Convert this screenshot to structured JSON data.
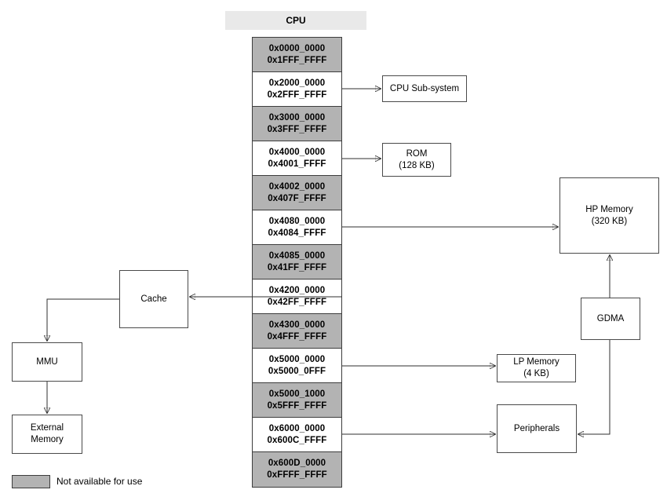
{
  "diagram": {
    "title": "CPU",
    "legend": {
      "label": "Not available for use",
      "swatch_color": "#b3b3b3"
    },
    "colors": {
      "unavailable_fill": "#b3b3b3",
      "available_fill": "#ffffff",
      "header_fill": "#e9e9e9",
      "border": "#3d3d3d",
      "arrow": "#2f2f2f"
    },
    "memory_map": {
      "rows": [
        {
          "start": "0x0000_0000",
          "end": "0x1FFF_FFFF",
          "available": false
        },
        {
          "start": "0x2000_0000",
          "end": "0x2FFF_FFFF",
          "available": true,
          "target": "CPU Sub-system"
        },
        {
          "start": "0x3000_0000",
          "end": "0x3FFF_FFFF",
          "available": false
        },
        {
          "start": "0x4000_0000",
          "end": "0x4001_FFFF",
          "available": true,
          "target": "ROM (128 KB)"
        },
        {
          "start": "0x4002_0000",
          "end": "0x407F_FFFF",
          "available": false
        },
        {
          "start": "0x4080_0000",
          "end": "0x4084_FFFF",
          "available": true,
          "target": "HP Memory (320 KB)"
        },
        {
          "start": "0x4085_0000",
          "end": "0x41FF_FFFF",
          "available": false
        },
        {
          "start": "0x4200_0000",
          "end": "0x42FF_FFFF",
          "available": true,
          "target": "Cache"
        },
        {
          "start": "0x4300_0000",
          "end": "0x4FFF_FFFF",
          "available": false
        },
        {
          "start": "0x5000_0000",
          "end": "0x5000_0FFF",
          "available": true,
          "target": "LP Memory (4 KB)"
        },
        {
          "start": "0x5000_1000",
          "end": "0x5FFF_FFFF",
          "available": false
        },
        {
          "start": "0x6000_0000",
          "end": "0x600C_FFFF",
          "available": true,
          "target": "Peripherals"
        },
        {
          "start": "0x600D_0000",
          "end": "0xFFFF_FFFF",
          "available": false
        }
      ]
    },
    "nodes": {
      "cpu_subsystem": {
        "label": "CPU Sub-system"
      },
      "rom": {
        "line1": "ROM",
        "line2": "(128 KB)"
      },
      "hp_memory": {
        "line1": "HP Memory",
        "line2": "(320 KB)"
      },
      "gdma": {
        "label": "GDMA"
      },
      "lp_memory": {
        "line1": "LP Memory",
        "line2": "(4 KB)"
      },
      "peripherals": {
        "label": "Peripherals"
      },
      "cache": {
        "label": "Cache"
      },
      "mmu": {
        "label": "MMU"
      },
      "external_memory": {
        "line1": "External",
        "line2": "Memory"
      }
    },
    "connections": [
      {
        "from": "0x2000_0000-0x2FFF_FFFF",
        "to": "CPU Sub-system"
      },
      {
        "from": "0x4000_0000-0x4001_FFFF",
        "to": "ROM"
      },
      {
        "from": "0x4080_0000-0x4084_FFFF",
        "to": "HP Memory"
      },
      {
        "from": "0x4200_0000-0x42FF_FFFF",
        "to": "Cache"
      },
      {
        "from": "Cache",
        "to": "MMU"
      },
      {
        "from": "MMU",
        "to": "External Memory"
      },
      {
        "from": "0x5000_0000-0x5000_0FFF",
        "to": "LP Memory"
      },
      {
        "from": "0x6000_0000-0x600C_FFFF",
        "to": "Peripherals"
      },
      {
        "from": "GDMA",
        "to": "HP Memory"
      },
      {
        "from": "GDMA",
        "to": "Peripherals"
      }
    ]
  }
}
